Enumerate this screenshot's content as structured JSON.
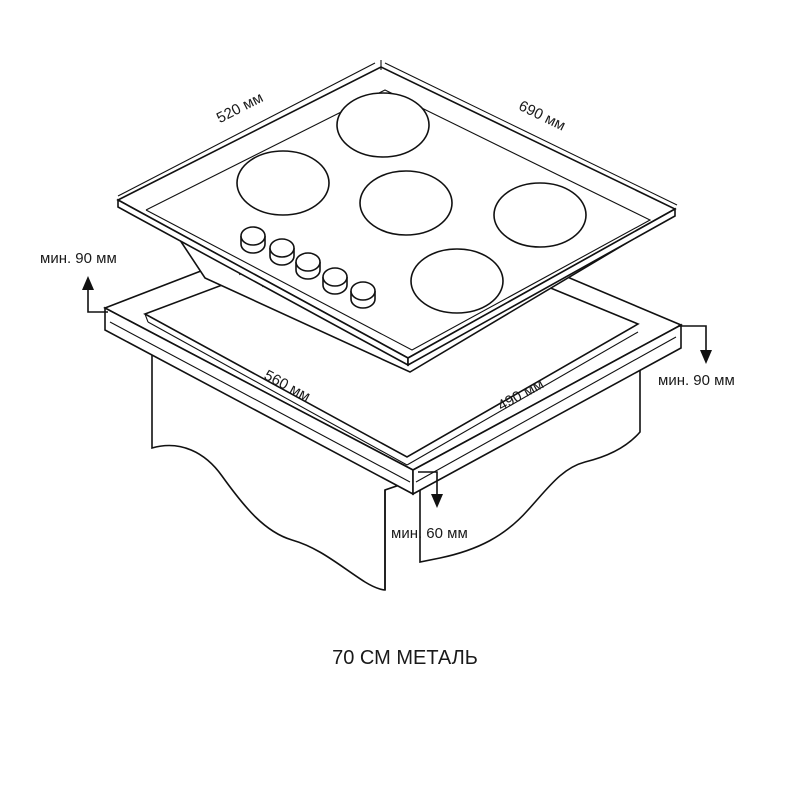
{
  "dimensions": {
    "hob_depth": "520 мм",
    "hob_width": "690 мм",
    "cutout_width": "560 мм",
    "cutout_depth": "490 мм"
  },
  "clearances": {
    "left": "мин. 90 мм",
    "right": "мин. 90 мм",
    "front": "мин. 60 мм"
  },
  "caption": "70 СМ МЕТАЛЬ"
}
